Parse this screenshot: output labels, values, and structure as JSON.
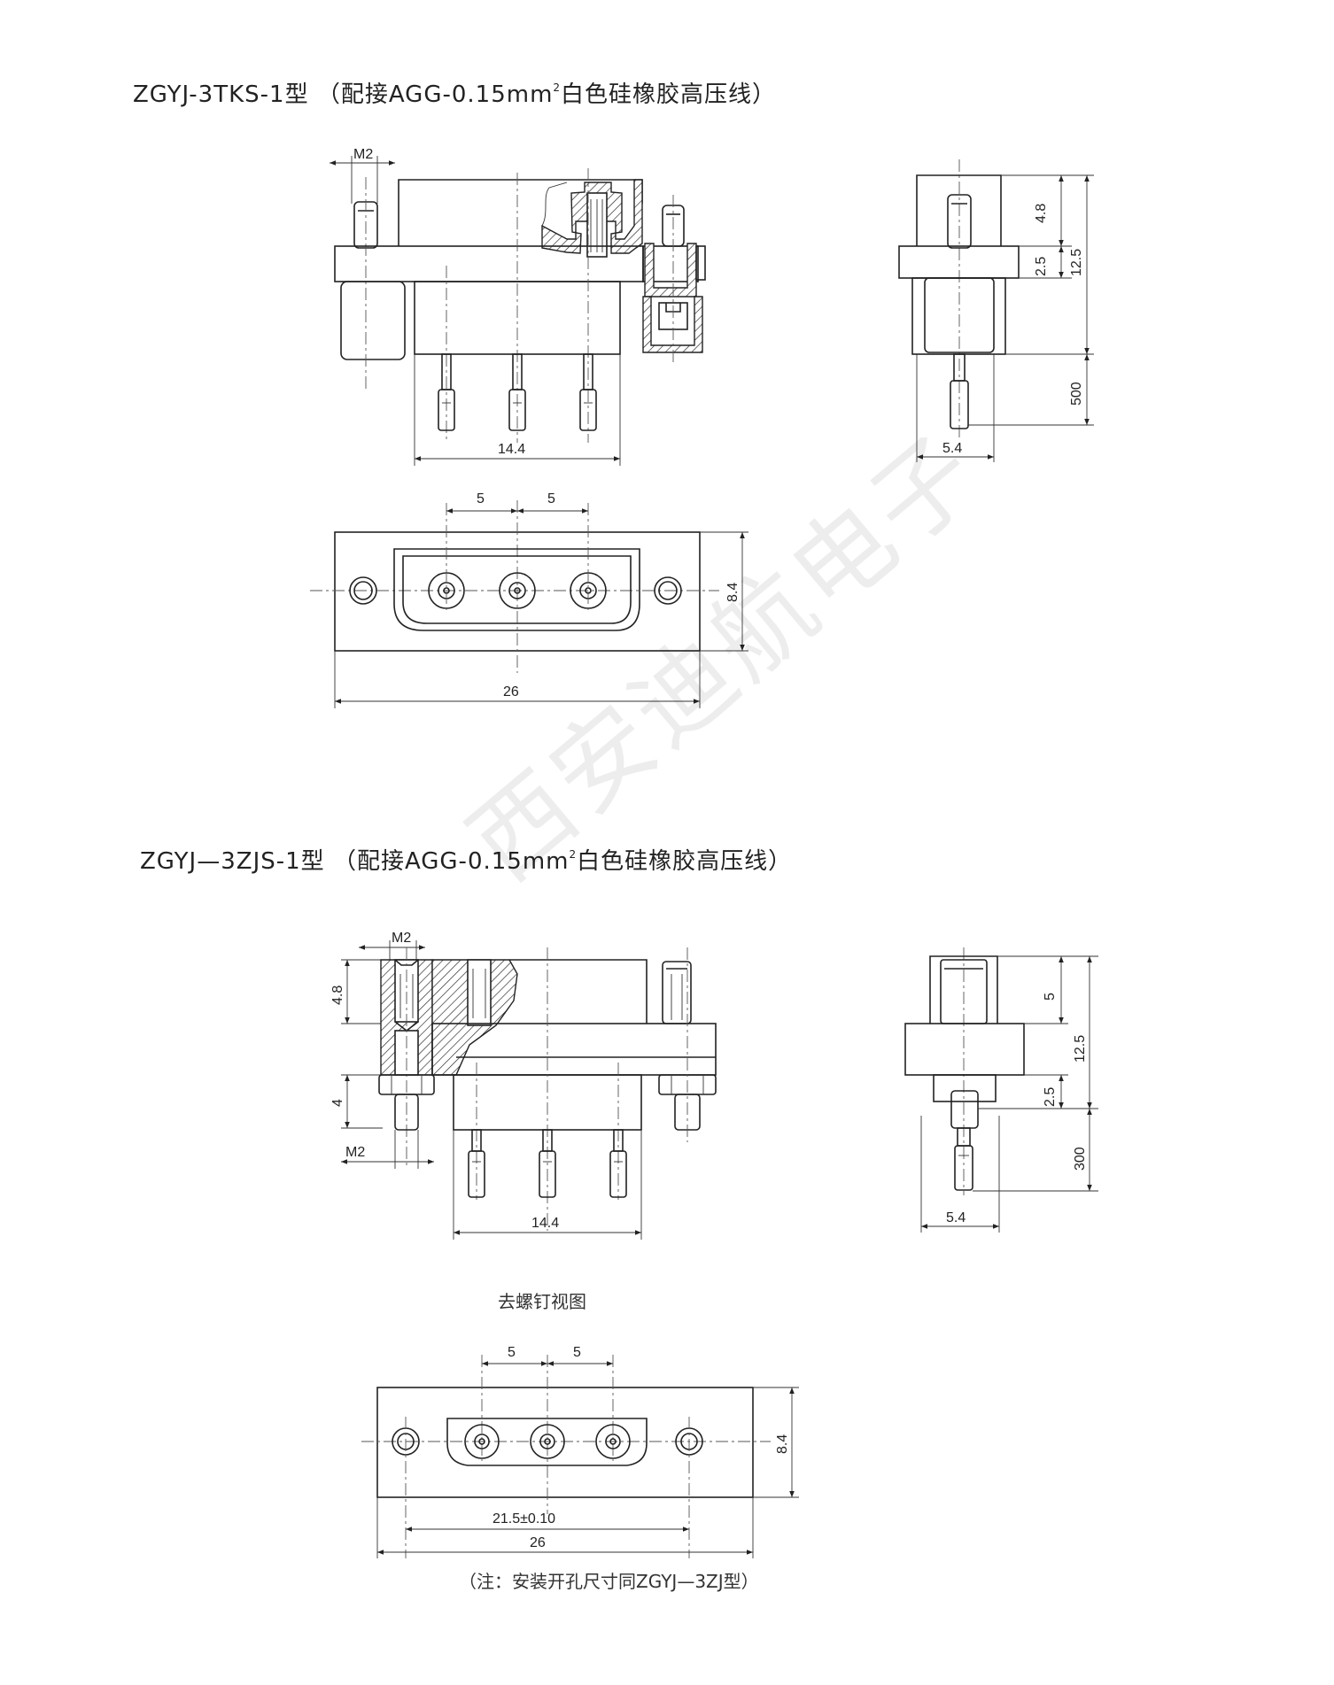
{
  "section1": {
    "title_model": "ZGYJ-3TKS-1型",
    "title_spec_a": "（配接AGG-0.15mm",
    "title_sup": "2",
    "title_spec_b": "白色硅橡胶高压线）",
    "front_view": {
      "thread_label": "M2",
      "width_label": "14.4"
    },
    "side_view": {
      "dim_upper": "4.8",
      "dim_flange": "2.5",
      "dim_total": "12.5",
      "dim_wire": "500",
      "dim_width": "5.4"
    },
    "bottom_view": {
      "pitch_left": "5",
      "pitch_right": "5",
      "height_label": "8.4",
      "length_label": "26"
    }
  },
  "section2": {
    "title_model": "ZGYJ—3ZJS-1型",
    "title_spec_a": "（配接AGG-0.15mm",
    "title_sup": "2",
    "title_spec_b": "白色硅橡胶高压线）",
    "front_view": {
      "thread_top": "M2",
      "dim_top": "4.8",
      "dim_bottom": "4",
      "thread_bottom": "M2",
      "width_label": "14.4"
    },
    "side_view": {
      "dim_upper": "5",
      "dim_total": "12.5",
      "dim_flange": "2.5",
      "dim_wire": "300",
      "dim_width": "5.4"
    },
    "caption": "去螺钉视图",
    "bottom_view": {
      "pitch_left": "5",
      "pitch_right": "5",
      "height_label": "8.4",
      "hole_spacing": "21.5±0.10",
      "length_label": "26"
    },
    "note": "（注：安装开孔尺寸同ZGYJ—3ZJ型）"
  },
  "watermark": "西安迪航电子"
}
